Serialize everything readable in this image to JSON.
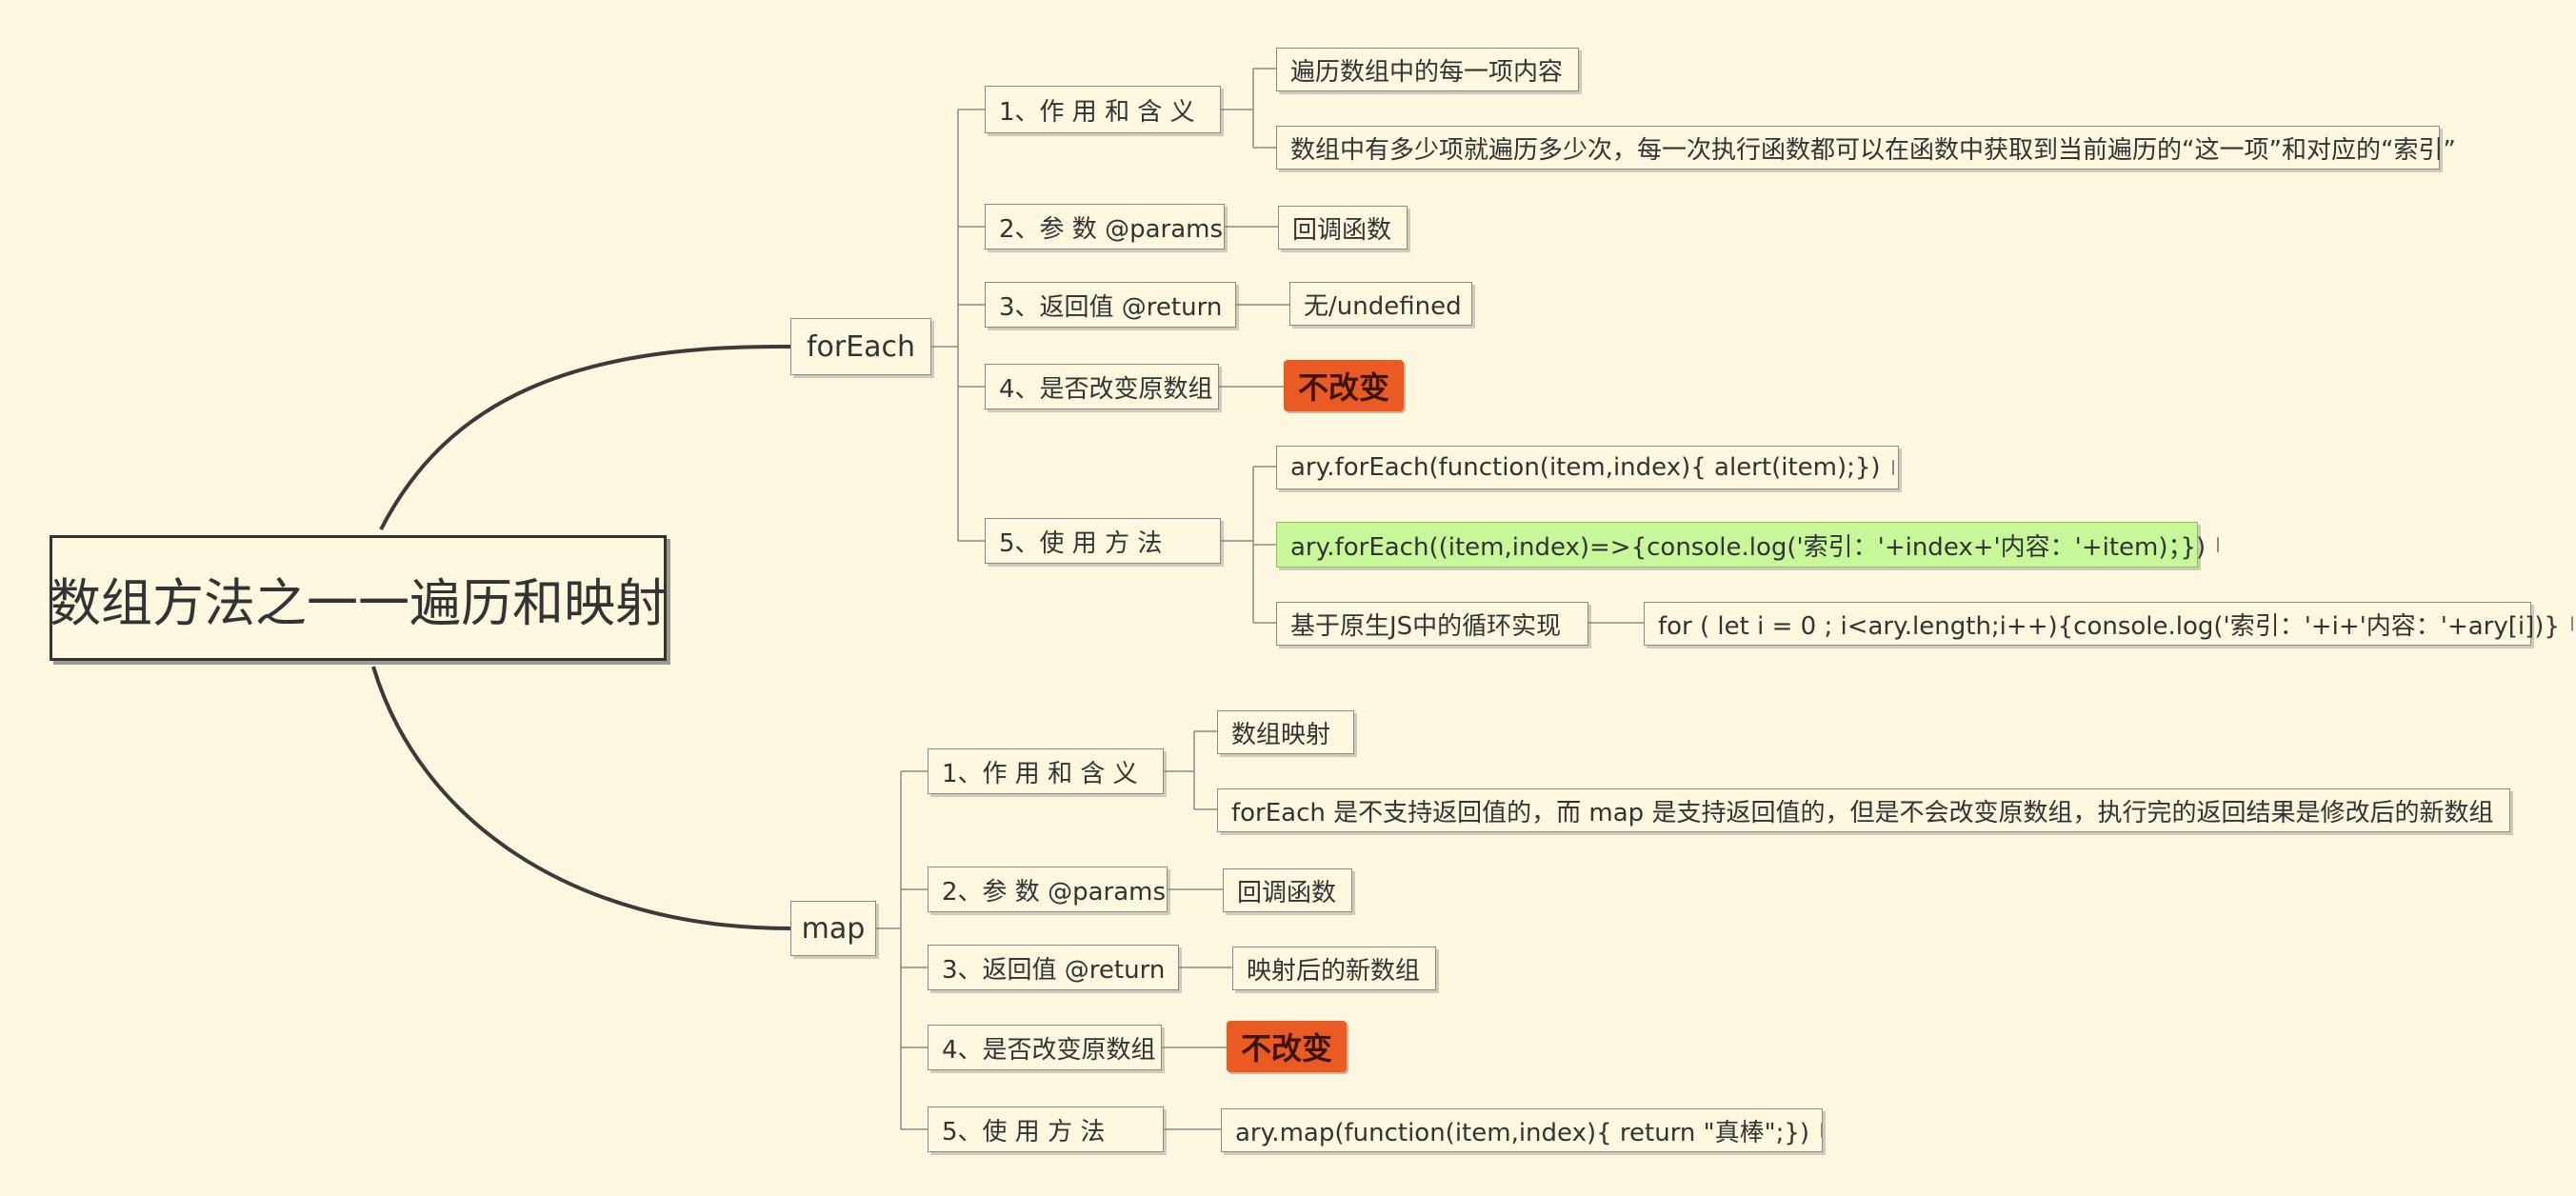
{
  "root": {
    "title": "数组方法之一一遍历和映射"
  },
  "foreach": {
    "label": "forEach",
    "purpose_label": "1、作 用 和 含 义",
    "purpose_items": [
      "遍历数组中的每一项内容",
      "数组中有多少项就遍历多少次，每一次执行函数都可以在函数中获取到当前遍历的“这一项”和对应的“索引”"
    ],
    "params_label": "2、参 数 @params",
    "params_value": "回调函数",
    "return_label": "3、返回值 @return",
    "return_value": "无/undefined",
    "mutate_label": "4、是否改变原数组",
    "mutate_value": "不改变",
    "usage_label": "5、使 用 方 法",
    "usage_items": [
      "ary.forEach(function(item,index){ alert(item);})",
      "ary.forEach((item,index)=>{console.log('索引：'+index+'内容：'+item)；})"
    ],
    "native_label": "基于原生JS中的循环实现",
    "native_code": "for ( let i = 0 ; i<ary.length;i++){console.log('索引：'+i+'内容：'+ary[i])}"
  },
  "map": {
    "label": "map",
    "purpose_label": "1、作 用 和 含 义",
    "purpose_items": [
      "数组映射",
      "forEach 是不支持返回值的，而 map 是支持返回值的，但是不会改变原数组，执行完的返回结果是修改后的新数组"
    ],
    "params_label": "2、参 数 @params",
    "params_value": "回调函数",
    "return_label": "3、返回值 @return",
    "return_value": "映射后的新数组",
    "mutate_label": "4、是否改变原数组",
    "mutate_value": "不改变",
    "usage_label": "5、使 用 方 法",
    "usage_items": [
      "ary.map(function(item,index){ return \"真棒\";})"
    ]
  },
  "colors": {
    "background": "#fdf7df",
    "badge": "#ea5b24",
    "highlight": "#c8f79a",
    "line": "#8a8a8a"
  },
  "icons": {
    "note": "note-icon"
  }
}
